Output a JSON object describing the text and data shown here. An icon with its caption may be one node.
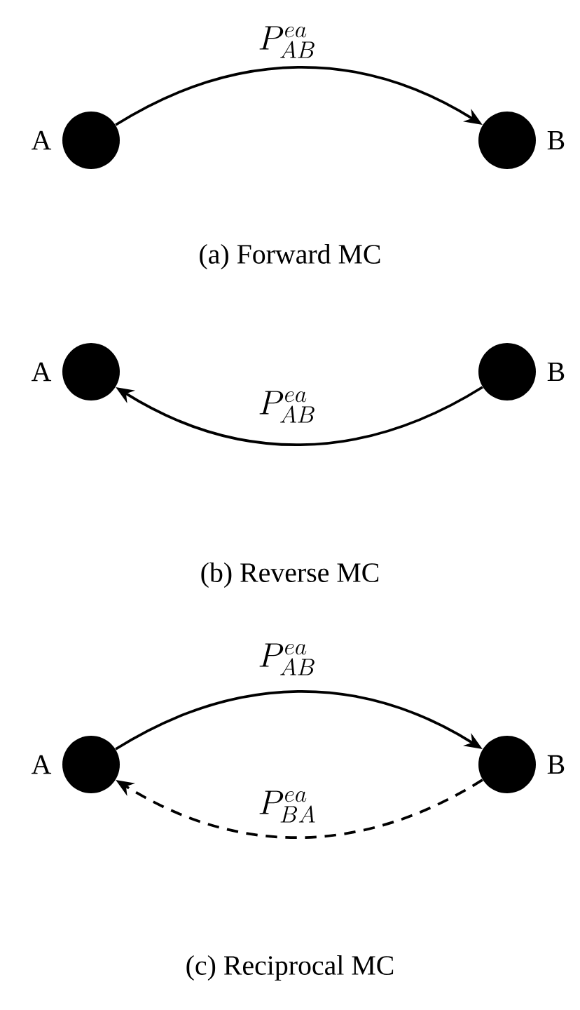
{
  "diagram": {
    "nodes": [
      {
        "text": [],
        "shape": "circle",
        "beside": [
          "A"
        ]
      },
      {
        "text": [],
        "shape": "circle",
        "beside": [
          "B"
        ]
      },
      {
        "text": [],
        "shape": "circle",
        "beside": [
          "A"
        ]
      },
      {
        "text": [],
        "shape": "circle",
        "beside": [
          "B"
        ]
      },
      {
        "text": [],
        "shape": "circle",
        "beside": [
          "A"
        ]
      },
      {
        "text": [],
        "shape": "circle",
        "beside": [
          "B"
        ]
      }
    ],
    "edges": [
      {
        "from": 0,
        "to": 1,
        "arrow": "to",
        "label": "P^{ea}_{AB}"
      },
      {
        "from": 3,
        "to": 2,
        "arrow": "to",
        "label": "P^{ea}_{AB}"
      },
      {
        "from": 4,
        "to": 5,
        "arrow": "to",
        "label": "P^{ea}_{AB}"
      },
      {
        "from": 5,
        "to": 4,
        "arrow": "to",
        "label": "P^{ea}_{BA}",
        "style": "dashed"
      }
    ],
    "labels": [
      "(a) Forward MC",
      "(b) Reverse MC",
      "(c) Reciprocal MC"
    ]
  }
}
